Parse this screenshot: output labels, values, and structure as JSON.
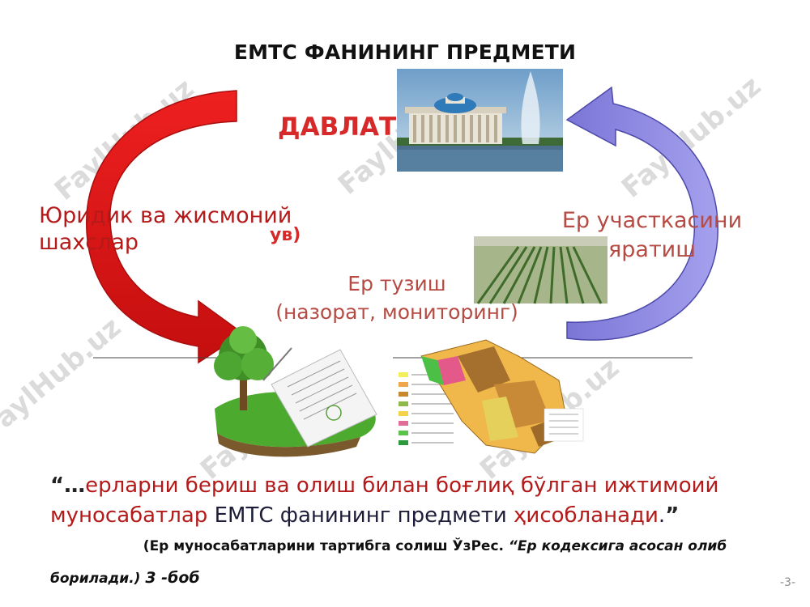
{
  "title": "ЕМТС ФАНИНИНГ ПРЕДМЕТИ",
  "nodes": {
    "state": "ДАВЛАТ",
    "state_hidden": "ув)",
    "legal_persons": "Юридик ва жисмоний шахслар",
    "plot_creation": "Ер участкасини яратиш",
    "land_surveying_line1": "Ер тузиш",
    "land_surveying_line2": "(назорат, мониторинг)"
  },
  "quote": {
    "open": "“…",
    "part1": "ерларни бериш ва олиш билан боғлиқ бўлган ижтимоий муносабатлар ",
    "part2": "ЕМТС",
    "part3": " фанининг предмети ",
    "part4": "ҳисобланади",
    "part5": ".",
    "close": "”"
  },
  "source": {
    "line1_a": "(Ер муносабатларини тартибга солиш ЎзРес. ",
    "line1_b": "“Ер кодексига асосан олиб",
    "line2_a": "борилади.) ",
    "line2_b": "3 -боб"
  },
  "page_number": "-3-",
  "watermark": "FaylHub.uz",
  "colors": {
    "red_arrow": "#e01616",
    "blue_arrow": "#8b87e0",
    "title_red": "#d62a2a"
  }
}
